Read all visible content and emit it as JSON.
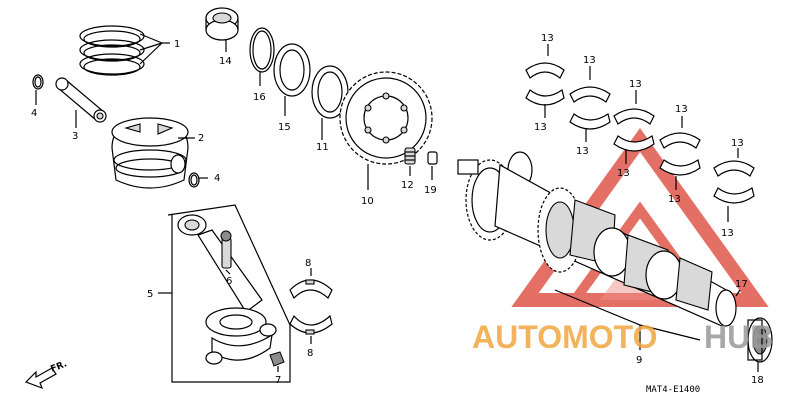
{
  "colors": {
    "line": "#000000",
    "watermark_red": "#d93a2b",
    "watermark_orange": "#f0a640"
  },
  "callouts": [
    {
      "id": "c1",
      "text": "1"
    },
    {
      "id": "c2",
      "text": "2"
    },
    {
      "id": "c3",
      "text": "3"
    },
    {
      "id": "c4a",
      "text": "4"
    },
    {
      "id": "c4b",
      "text": "4"
    },
    {
      "id": "c5",
      "text": "5"
    },
    {
      "id": "c6",
      "text": "6"
    },
    {
      "id": "c7",
      "text": "7"
    },
    {
      "id": "c8a",
      "text": "8"
    },
    {
      "id": "c8b",
      "text": "8"
    },
    {
      "id": "c9",
      "text": "9"
    },
    {
      "id": "c10",
      "text": "10"
    },
    {
      "id": "c11",
      "text": "11"
    },
    {
      "id": "c12",
      "text": "12"
    },
    {
      "id": "c14",
      "text": "14"
    },
    {
      "id": "c15",
      "text": "15"
    },
    {
      "id": "c16",
      "text": "16"
    },
    {
      "id": "c17",
      "text": "17"
    },
    {
      "id": "c18",
      "text": "18"
    },
    {
      "id": "c19",
      "text": "19"
    },
    {
      "id": "c13a",
      "text": "13"
    },
    {
      "id": "c13b",
      "text": "13"
    },
    {
      "id": "c13c",
      "text": "13"
    },
    {
      "id": "c13d",
      "text": "13"
    },
    {
      "id": "c13e",
      "text": "13"
    },
    {
      "id": "c13f",
      "text": "13"
    },
    {
      "id": "c13g",
      "text": "13"
    },
    {
      "id": "c13h",
      "text": "13"
    },
    {
      "id": "c13i",
      "text": "13"
    },
    {
      "id": "c13j",
      "text": "13"
    }
  ],
  "direction_label": "FR.",
  "diagram_code": "MAT4-E1400",
  "watermark": {
    "part1": "AUTOMOTO",
    "part2": "HUB"
  }
}
